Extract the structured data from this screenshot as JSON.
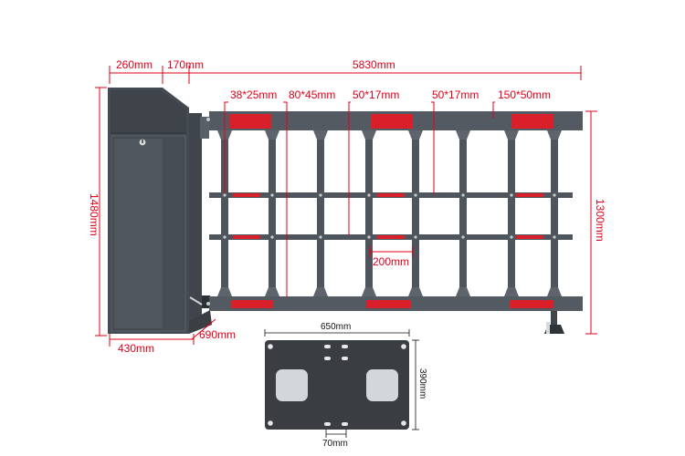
{
  "colors": {
    "dimension_line": "#e0001a",
    "cabinet": "#4a5058",
    "boom": "#4e555c",
    "reflector": "#d9202a",
    "base_plate": "#3a3d42",
    "base_cutout": "#d4d7da"
  },
  "icons": {
    "cabinet_lock": "keyhole-icon",
    "support_foot": "support-leg-icon"
  },
  "dimensions": {
    "cabinet_width_top": "260mm",
    "motor_offset": "170mm",
    "boom_length": "5830mm",
    "cabinet_height": "1480mm",
    "fence_height": "1300mm",
    "cabinet_depth": "430mm",
    "base_depth": "690mm",
    "top_rail": "38*25mm",
    "main_beam": "80*45mm",
    "vertical_bar_1": "50*17mm",
    "vertical_bar_2": "50*17mm",
    "rail_section": "150*50mm",
    "bar_spacing": "200mm",
    "base_plate_width": "650mm",
    "base_plate_height": "390mm",
    "bolt_spacing": "70mm"
  }
}
